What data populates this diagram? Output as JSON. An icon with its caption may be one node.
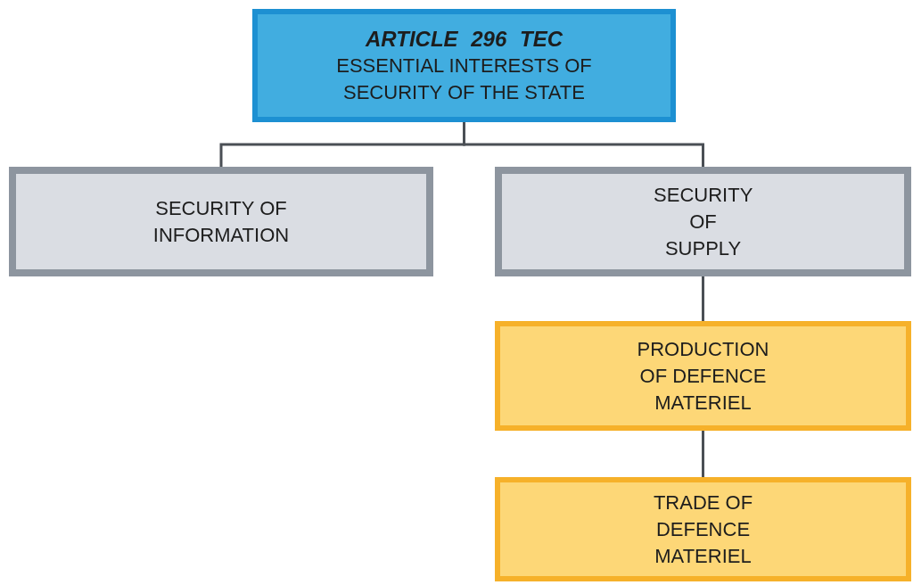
{
  "diagram": {
    "nodes": [
      {
        "text": [
          "ARTICLE 296 TEC",
          "ESSENTIAL INTERESTS OF SECURITY OF THE STATE"
        ]
      },
      {
        "text": [
          "SECURITY OF INFORMATION"
        ]
      },
      {
        "text": [
          "SECURITY OF SUPPLY"
        ]
      },
      {
        "text": [
          "PRODUCTION OF DEFENCE MATERIEL"
        ]
      },
      {
        "text": [
          "TRADE OF DEFENCE MATERIEL"
        ]
      }
    ],
    "edges": [
      {
        "from": 0,
        "to": 1,
        "arrow": "none"
      },
      {
        "from": 0,
        "to": 2,
        "arrow": "none"
      },
      {
        "from": 2,
        "to": 3,
        "arrow": "none"
      },
      {
        "from": 3,
        "to": 4,
        "arrow": "none"
      }
    ]
  }
}
